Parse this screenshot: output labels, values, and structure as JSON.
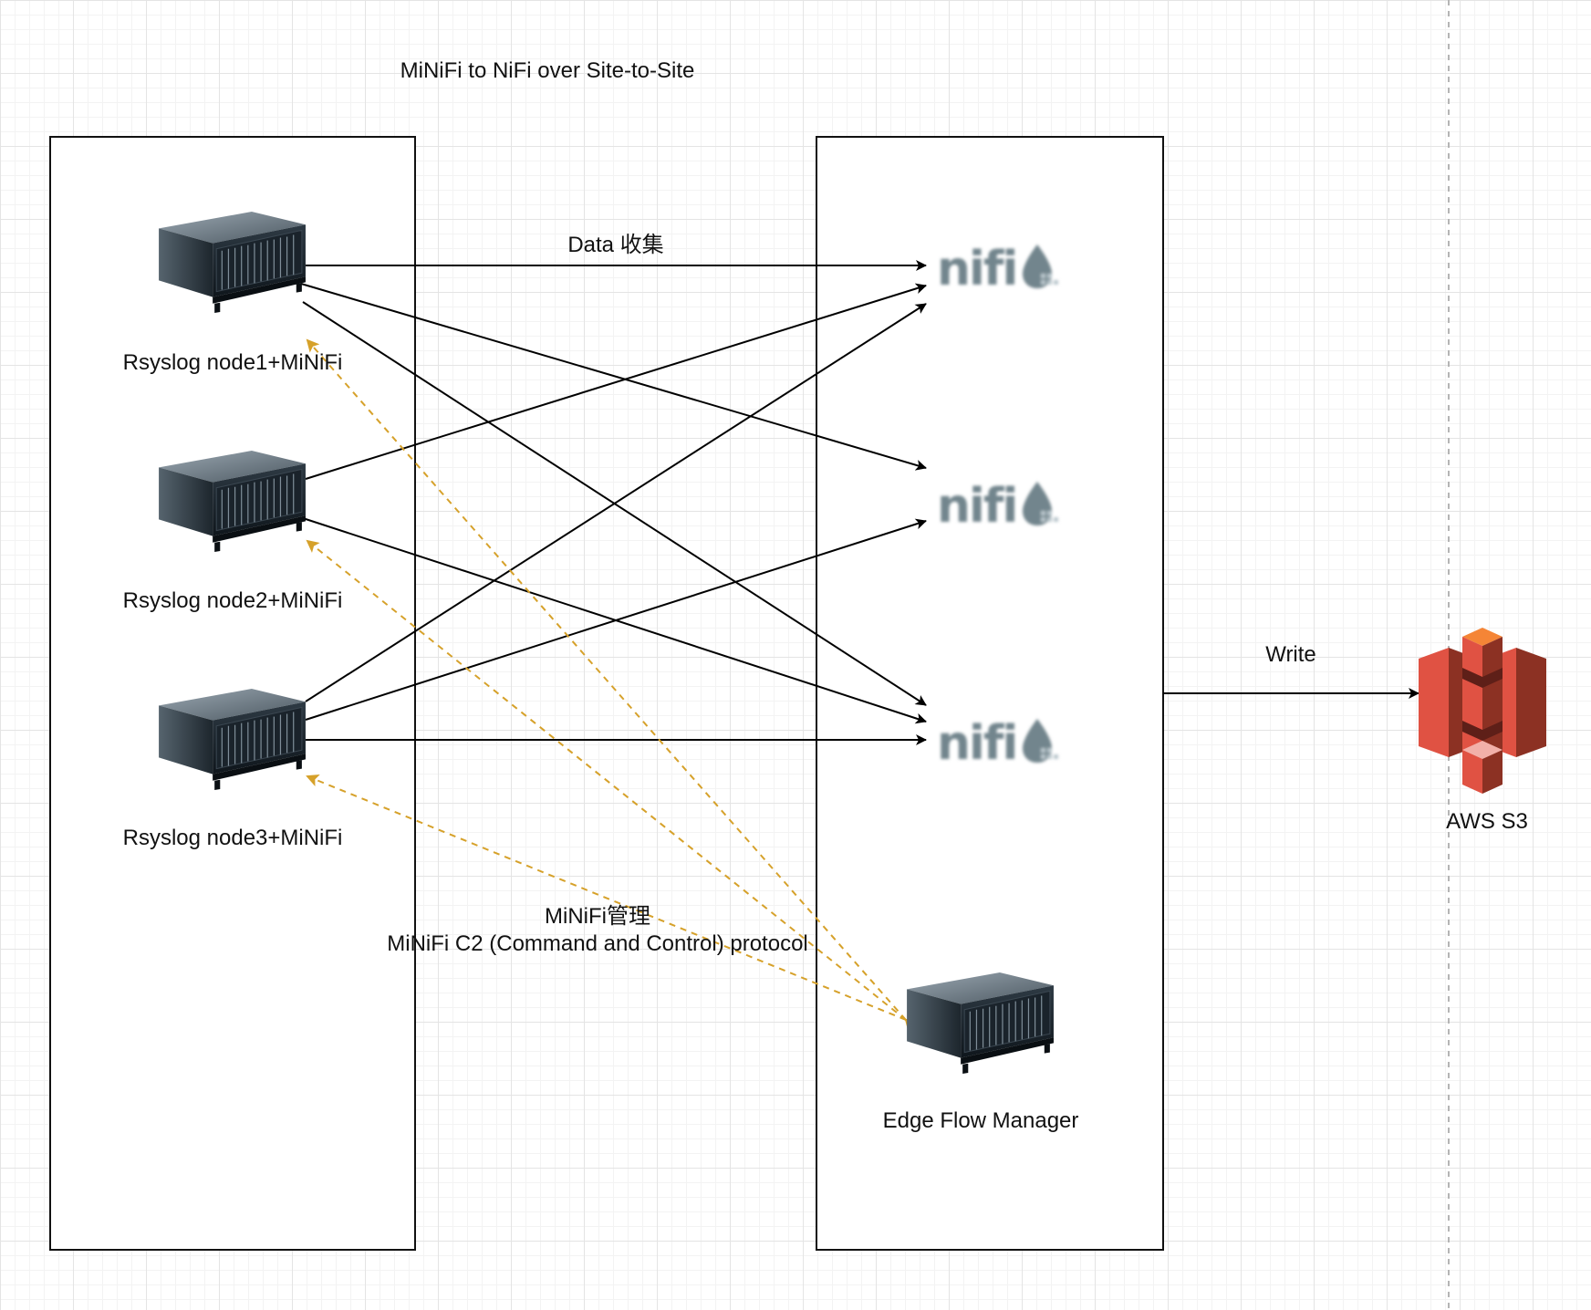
{
  "title": "MiNiFi to NiFi over Site-to-Site",
  "data_edge_label": "Data 收集",
  "write_label": "Write",
  "management_label": {
    "line1": "MiNiFi管理",
    "line2": "MiNiFi C2 (Command and Control) protocol"
  },
  "rsyslog_nodes": [
    {
      "label": "Rsyslog node1+MiNiFi",
      "icon": "server-icon"
    },
    {
      "label": "Rsyslog node2+MiNiFi",
      "icon": "server-icon"
    },
    {
      "label": "Rsyslog node3+MiNiFi",
      "icon": "server-icon"
    }
  ],
  "nifi_nodes": [
    {
      "logo_text": "nifi",
      "icon": "nifi-logo-icon"
    },
    {
      "logo_text": "nifi",
      "icon": "nifi-logo-icon"
    },
    {
      "logo_text": "nifi",
      "icon": "nifi-logo-icon"
    }
  ],
  "edge_flow_manager": {
    "label": "Edge Flow Manager",
    "icon": "server-icon"
  },
  "s3": {
    "label": "AWS S3",
    "icon": "aws-s3-icon"
  },
  "colors": {
    "data_edge": "#000000",
    "management_edge": "#d6a12a",
    "s3_red": "#e05243",
    "s3_dark": "#8c3123",
    "nifi_gray": "#72858d"
  }
}
